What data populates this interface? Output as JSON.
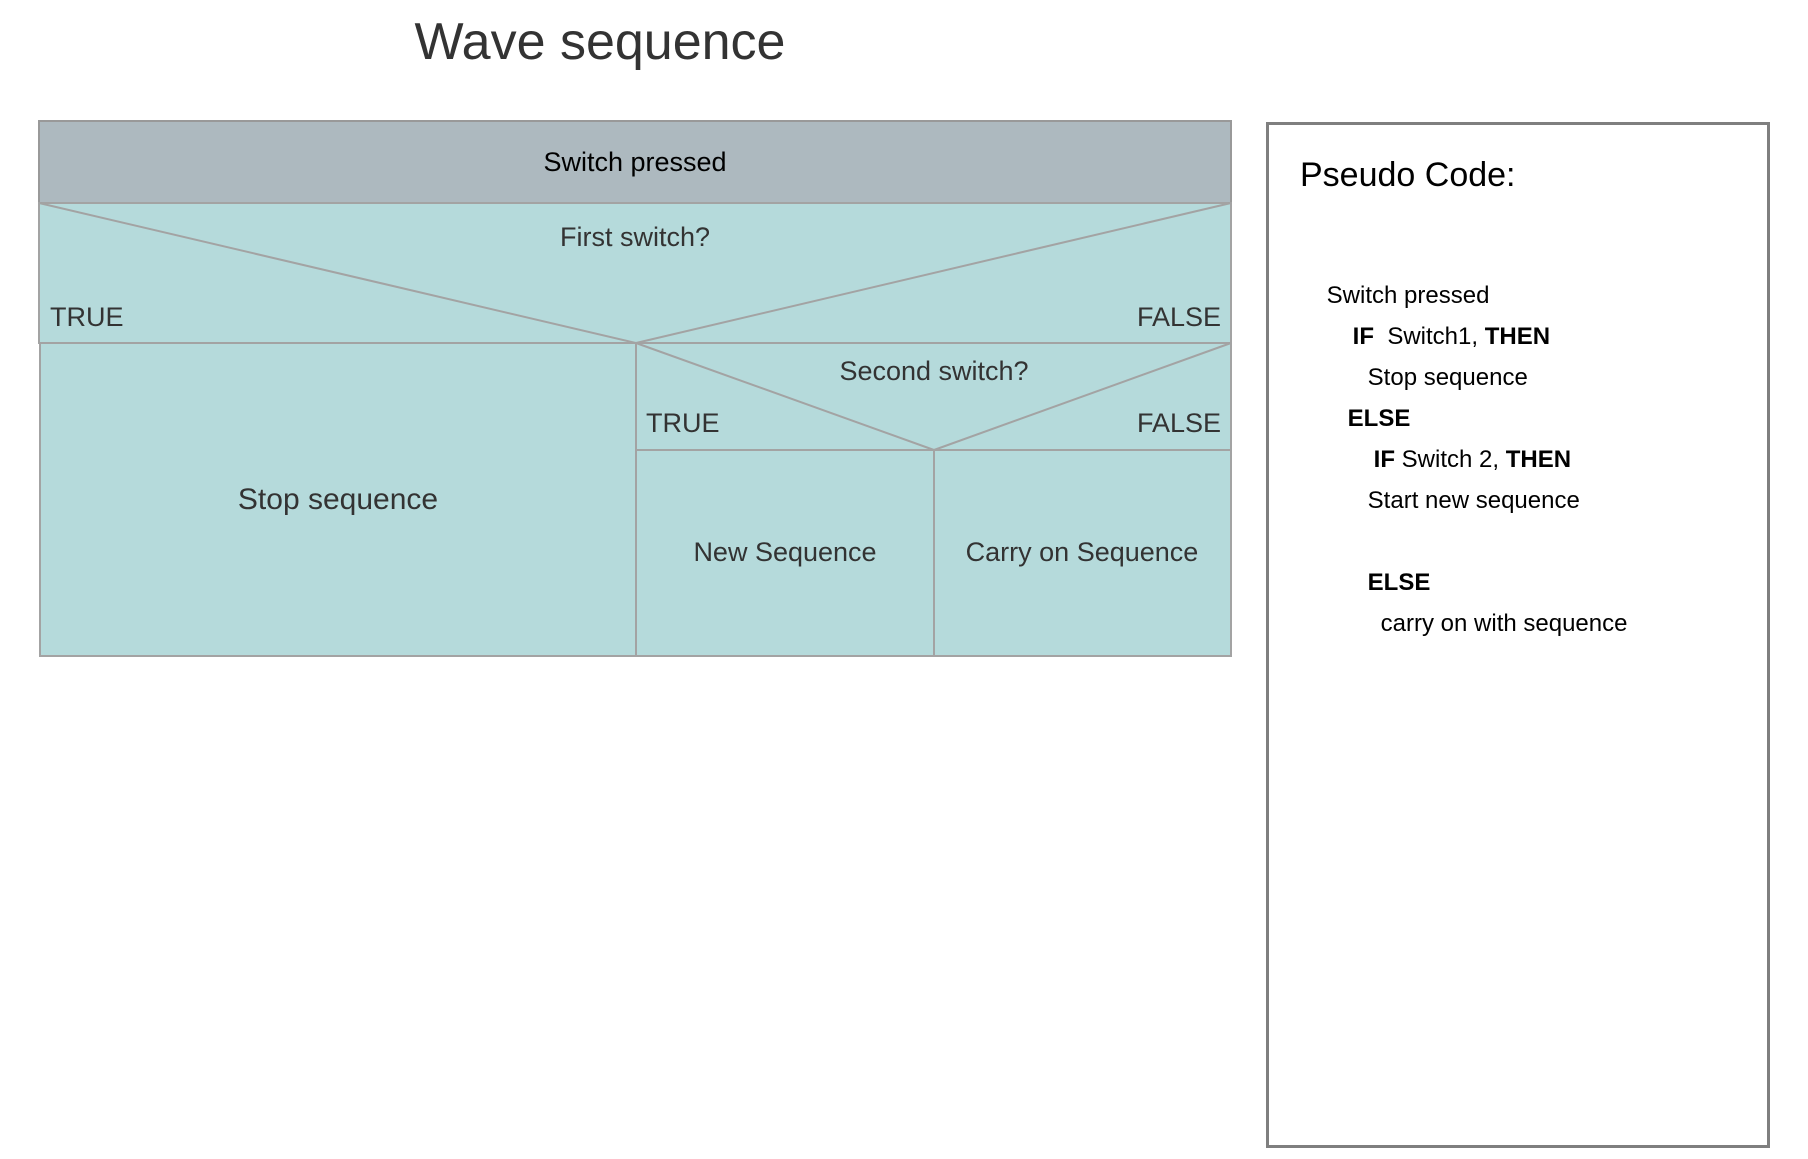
{
  "title": "Wave sequence",
  "colors": {
    "header_fill": "#adb9bf",
    "block_fill": "#b5dadb",
    "stroke": "#a3a3a3",
    "panel_border": "#7f7f7f",
    "text": "#333333"
  },
  "diagram": {
    "header": "Switch pressed",
    "decision1": {
      "question": "First switch?",
      "true_label": "TRUE",
      "false_label": "FALSE"
    },
    "true1_action": "Stop sequence",
    "decision2": {
      "question": "Second switch?",
      "true_label": "TRUE",
      "false_label": "FALSE"
    },
    "true2_action": "New Sequence",
    "false2_action": "Carry on Sequence"
  },
  "pseudo_code": {
    "title": "Pseudo Code:",
    "lines": [
      {
        "prefix": "",
        "kw1": "",
        "mid": "Switch pressed",
        "kw2": ""
      },
      {
        "prefix": "",
        "kw1": "IF",
        "mid": "  Switch1, ",
        "kw2": "THEN"
      },
      {
        "prefix": "",
        "kw1": "",
        "mid": "Stop sequence",
        "kw2": ""
      },
      {
        "prefix": "",
        "kw1": "ELSE",
        "mid": "",
        "kw2": ""
      },
      {
        "prefix": "",
        "kw1": "IF",
        "mid": " Switch 2, ",
        "kw2": "THEN"
      },
      {
        "prefix": "",
        "kw1": "",
        "mid": "Start new sequence",
        "kw2": ""
      },
      {
        "prefix": "",
        "kw1": "ELSE",
        "mid": "",
        "kw2": ""
      },
      {
        "prefix": "",
        "kw1": "",
        "mid": "carry on with sequence",
        "kw2": ""
      }
    ]
  }
}
